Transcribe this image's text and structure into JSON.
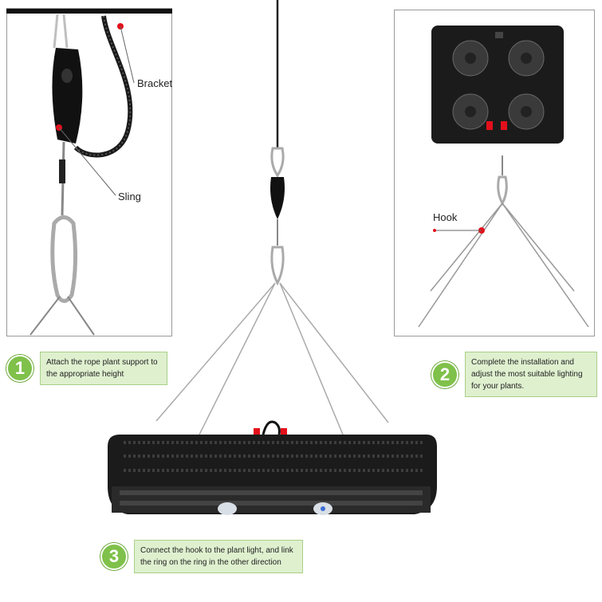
{
  "callouts": {
    "bracket": "Bracket",
    "sling": "Sling",
    "hook": "Hook"
  },
  "steps": [
    {
      "number": "1",
      "text": "Attach the rope plant support to the appropriate height"
    },
    {
      "number": "2",
      "text": "Complete the installation and adjust the most suitable lighting for your plants."
    },
    {
      "number": "3",
      "text": "Connect the hook to the plant light, and link the ring on the ring in the other direction"
    }
  ],
  "colors": {
    "accent_green": "#7fc14a",
    "box_green": "#dff0cf",
    "marker_red": "#e3101b",
    "lamp_black": "#1b1b1b"
  }
}
